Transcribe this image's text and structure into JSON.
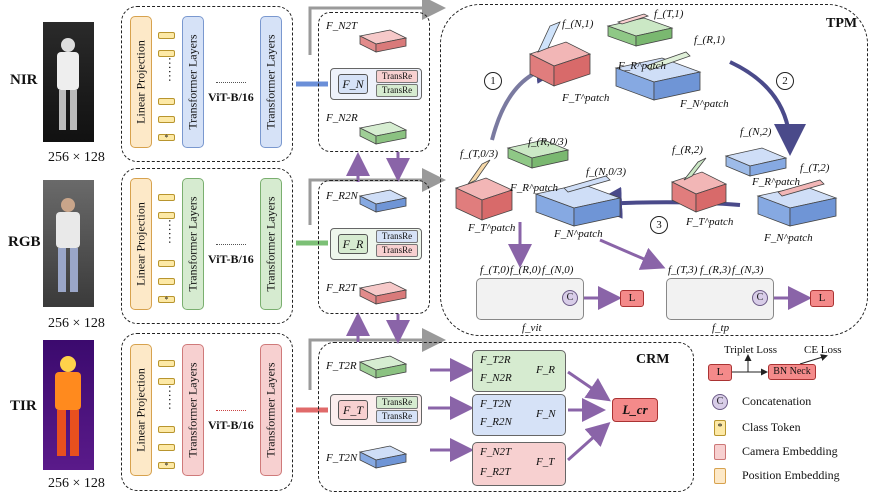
{
  "modalities": [
    {
      "label": "NIR",
      "size": "256 × 128",
      "vit": "ViT-B/16"
    },
    {
      "label": "RGB",
      "size": "256 × 128",
      "vit": "ViT-B/16"
    },
    {
      "label": "TIR",
      "size": "256 × 128",
      "vit": "ViT-B/16"
    }
  ],
  "encoder": {
    "linear": "Linear Projection",
    "transformer": "Transformer Layers",
    "dots": "......"
  },
  "features": {
    "nir": {
      "top": "F_N2T",
      "mid": "F_N",
      "bot": "F_N2R",
      "tag1": "TransRe",
      "tag2": "TransRe"
    },
    "rgb": {
      "top": "F_R2N",
      "mid": "F_R",
      "bot": "F_R2T",
      "tag1": "TransRe",
      "tag2": "TransRe"
    },
    "tir": {
      "top": "F_T2R",
      "mid": "F_T",
      "bot": "F_T2N",
      "tag1": "TransRe",
      "tag2": "TransRe"
    }
  },
  "tpm": {
    "title": "TPM",
    "labels": [
      "f_(N,1)",
      "f_(T,1)",
      "f_(R,1)",
      "f_(N,2)",
      "f_(R,2)",
      "f_(T,2)",
      "f_(T,0/3)",
      "f_(R,0/3)",
      "f_(N,0/3)"
    ],
    "patch_labels": [
      "F_T^patch",
      "F_R^patch",
      "F_N^patch"
    ],
    "steps": [
      "1",
      "2",
      "3"
    ],
    "vit_group": {
      "labels": [
        "f_(T,0)",
        "f_(R,0)",
        "f_(N,0)"
      ],
      "name": "f_vit"
    },
    "tp_group": {
      "labels": [
        "f_(T,3)",
        "f_(R,3)",
        "f_(N,3)"
      ],
      "name": "f_tp"
    },
    "loss": "L",
    "concat": "C"
  },
  "crm": {
    "title": "CRM",
    "groups": [
      {
        "in1": "F_T2R",
        "in2": "F_N2R",
        "out": "F_R"
      },
      {
        "in1": "F_T2N",
        "in2": "F_R2N",
        "out": "F_N"
      },
      {
        "in1": "F_N2T",
        "in2": "F_R2T",
        "out": "F_T"
      }
    ],
    "loss": "L_cr"
  },
  "legend": {
    "triplet": "Triplet Loss",
    "ce": "CE Loss",
    "bn": "BN Neck",
    "l": "L",
    "c": "C",
    "items": [
      "Concatenation",
      "Class Token",
      "Camera Embedding",
      "Position Embedding"
    ],
    "star": "*"
  },
  "colors": {
    "nir": "#e9a2a2",
    "rgb": "#a8d4a0",
    "tir": "#8fb4e8",
    "arrow_purple": "#8a64a8",
    "arrow_gray": "#9a9a9a"
  }
}
